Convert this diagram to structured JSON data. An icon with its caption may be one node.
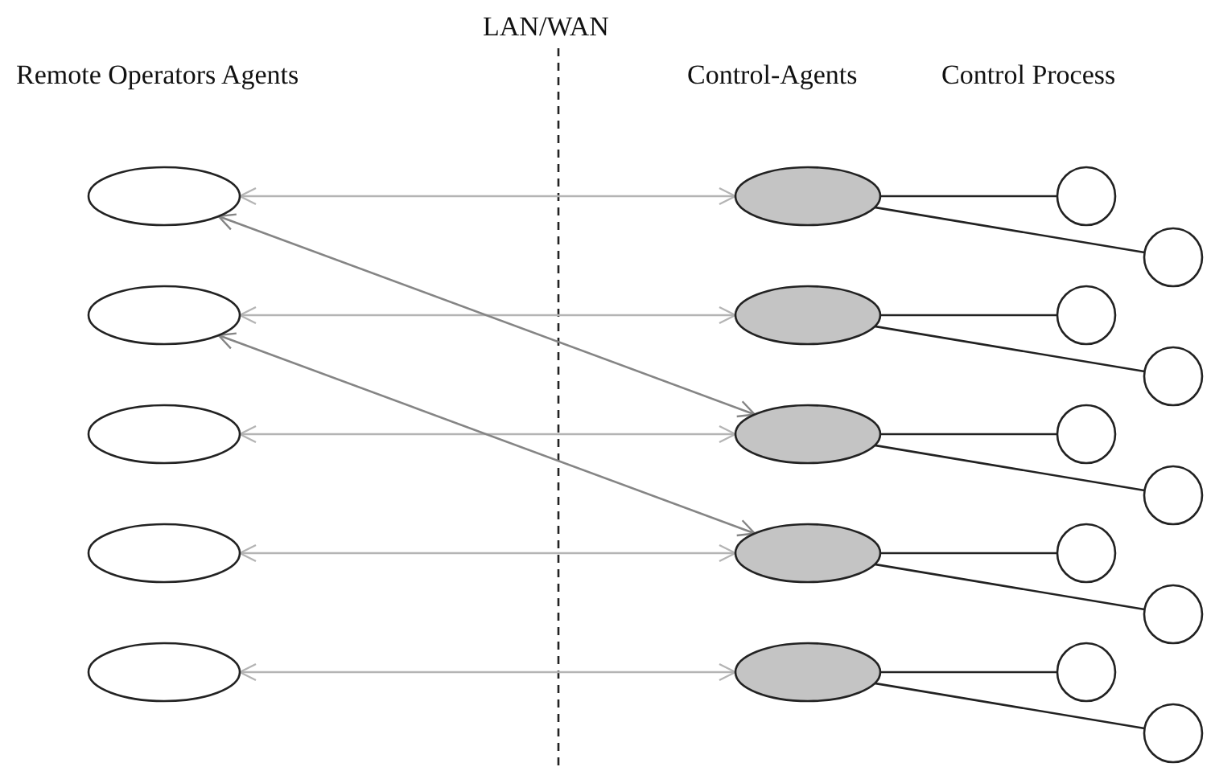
{
  "diagram": {
    "nodes": [
      {
        "text": [],
        "shape": "ellipse"
      },
      {
        "text": [],
        "shape": "ellipse"
      },
      {
        "text": [],
        "shape": "ellipse"
      },
      {
        "text": [],
        "shape": "ellipse"
      },
      {
        "text": [],
        "shape": "ellipse"
      },
      {
        "text": [],
        "shape": "ellipse"
      },
      {
        "text": [],
        "shape": "ellipse"
      },
      {
        "text": [],
        "shape": "ellipse"
      },
      {
        "text": [],
        "shape": "ellipse"
      },
      {
        "text": [],
        "shape": "ellipse"
      },
      {
        "text": [],
        "shape": "circle"
      },
      {
        "text": [],
        "shape": "circle"
      },
      {
        "text": [],
        "shape": "circle"
      },
      {
        "text": [],
        "shape": "circle"
      },
      {
        "text": [],
        "shape": "circle"
      },
      {
        "text": [],
        "shape": "circle"
      },
      {
        "text": [],
        "shape": "circle"
      },
      {
        "text": [],
        "shape": "circle"
      },
      {
        "text": [],
        "shape": "circle"
      },
      {
        "text": [],
        "shape": "circle"
      }
    ],
    "edges": [
      {
        "from": 0,
        "to": 5,
        "arrow": "both",
        "color": "#b4b4b4"
      },
      {
        "from": 1,
        "to": 6,
        "arrow": "both",
        "color": "#b4b4b4"
      },
      {
        "from": 2,
        "to": 7,
        "arrow": "both",
        "color": "#b4b4b4"
      },
      {
        "from": 3,
        "to": 8,
        "arrow": "both",
        "color": "#b4b4b4"
      },
      {
        "from": 4,
        "to": 9,
        "arrow": "both",
        "color": "#b4b4b4"
      },
      {
        "from": 0,
        "to": 7,
        "arrow": "both",
        "color": "#858585"
      },
      {
        "from": 1,
        "to": 8,
        "arrow": "both",
        "color": "#858585"
      },
      {
        "from": 5,
        "to": 10,
        "arrow": "none"
      },
      {
        "from": 5,
        "to": 11,
        "arrow": "none"
      },
      {
        "from": 6,
        "to": 12,
        "arrow": "none"
      },
      {
        "from": 6,
        "to": 13,
        "arrow": "none"
      },
      {
        "from": 7,
        "to": 14,
        "arrow": "none"
      },
      {
        "from": 7,
        "to": 15,
        "arrow": "none"
      },
      {
        "from": 8,
        "to": 16,
        "arrow": "none"
      },
      {
        "from": 8,
        "to": 17,
        "arrow": "none"
      },
      {
        "from": 9,
        "to": 18,
        "arrow": "none"
      },
      {
        "from": 9,
        "to": 19,
        "arrow": "none"
      }
    ],
    "labels": [
      "LAN/WAN",
      "Remote Operators Agents",
      "Control-Agents",
      "Control Process"
    ]
  }
}
